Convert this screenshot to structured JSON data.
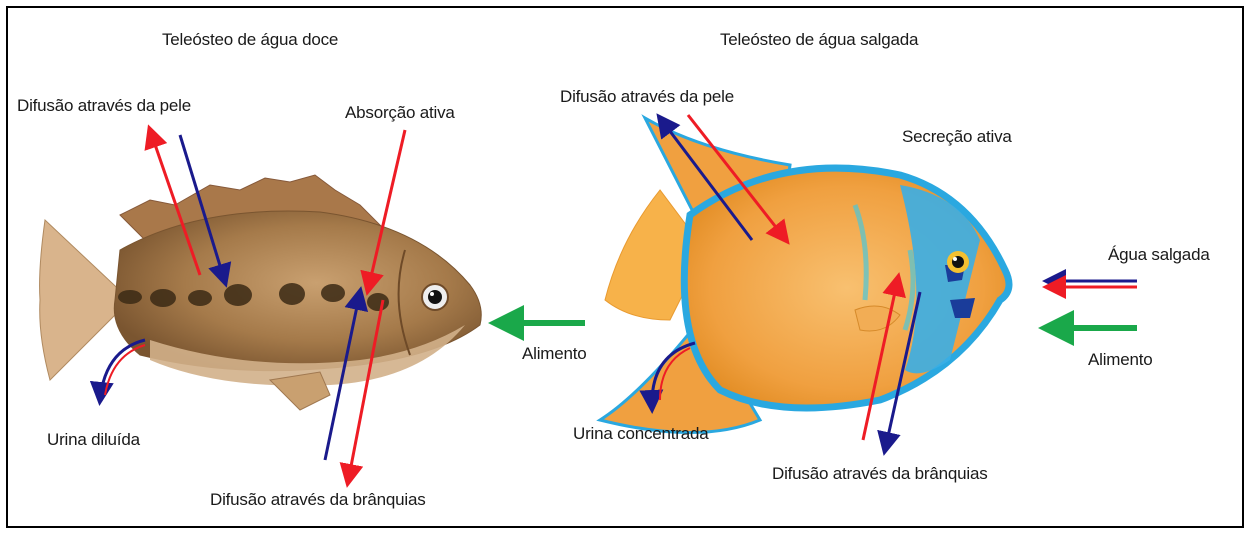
{
  "freshwater": {
    "title": "Teleósteo de água doce",
    "skin_diffusion": "Difusão através da pele",
    "active_absorption": "Absorção ativa",
    "urine": "Urina diluída",
    "gill_diffusion": "Difusão através da brânquias",
    "food": "Alimento"
  },
  "saltwater": {
    "title": "Teleósteo de água salgada",
    "skin_diffusion": "Difusão através da pele",
    "active_secretion": "Secreção ativa",
    "salt_water": "Água salgada",
    "food": "Alimento",
    "urine": "Urina concentrada",
    "gill_diffusion": "Difusão através da brânquias"
  },
  "colors": {
    "salt_arrow": "#ee1c25",
    "water_arrow": "#1a1a8c",
    "food_arrow": "#1aa84a",
    "frame": "#000000"
  }
}
